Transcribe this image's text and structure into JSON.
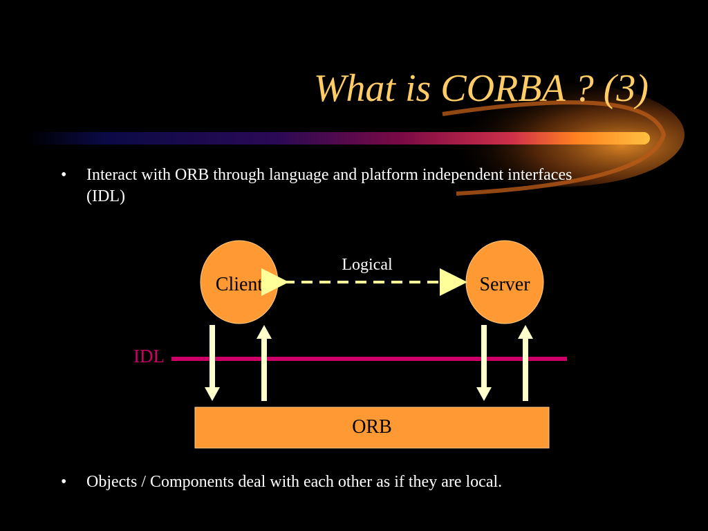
{
  "slide": {
    "title": "What is CORBA ? (3)",
    "bullet_symbol": "•",
    "bullets": [
      "Interact with ORB through language and platform independent interfaces (IDL)",
      "Objects / Components deal with each other as if they are local."
    ]
  },
  "diagram": {
    "client_label": "Client",
    "server_label": "Server",
    "logical_label": "Logical",
    "idl_label": "IDL",
    "orb_label": "ORB"
  },
  "colors": {
    "background": "#000000",
    "title": "#ffcc66",
    "node_fill": "#ff9933",
    "arrow": "#ffffcc",
    "logical_line": "#ffff99",
    "idl_line": "#cc0066"
  }
}
